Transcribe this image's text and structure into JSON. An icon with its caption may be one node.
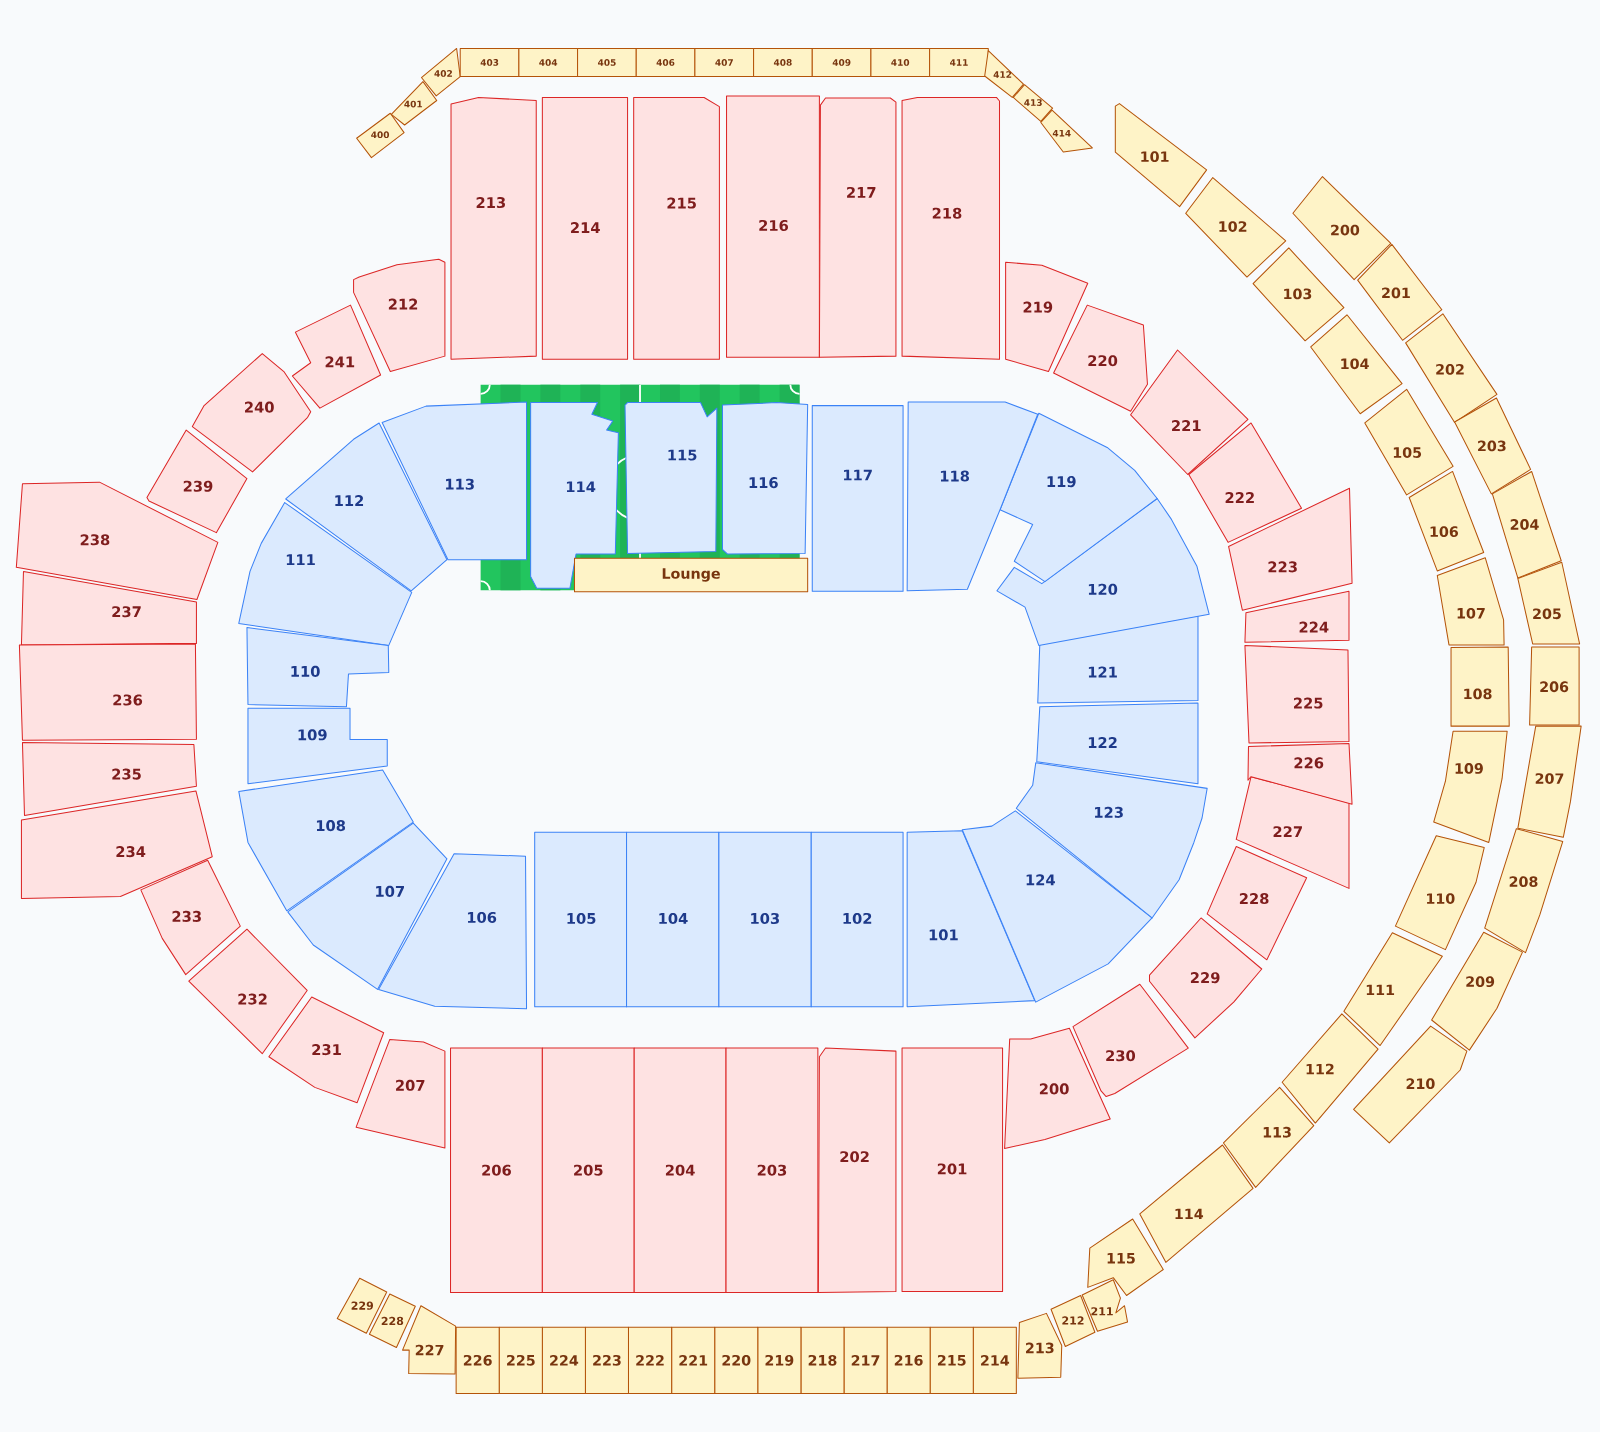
{
  "diagram": {
    "nodes": [
      {
        "text": [
          "400"
        ]
      },
      {
        "text": [
          "401"
        ]
      },
      {
        "text": [
          "402"
        ]
      },
      {
        "text": [
          "403"
        ]
      },
      {
        "text": [
          "404"
        ]
      },
      {
        "text": [
          "405"
        ]
      },
      {
        "text": [
          "406"
        ]
      },
      {
        "text": [
          "407"
        ]
      },
      {
        "text": [
          "408"
        ]
      },
      {
        "text": [
          "409"
        ]
      },
      {
        "text": [
          "410"
        ]
      },
      {
        "text": [
          "411"
        ]
      },
      {
        "text": [
          "412"
        ]
      },
      {
        "text": [
          "413"
        ]
      },
      {
        "text": [
          "414"
        ]
      },
      {
        "text": [
          "213"
        ]
      },
      {
        "text": [
          "214"
        ]
      },
      {
        "text": [
          "215"
        ]
      },
      {
        "text": [
          "216"
        ]
      },
      {
        "text": [
          "217"
        ]
      },
      {
        "text": [
          "218"
        ]
      },
      {
        "text": [
          "212"
        ]
      },
      {
        "text": [
          "241"
        ]
      },
      {
        "text": [
          "240"
        ]
      },
      {
        "text": [
          "239"
        ]
      },
      {
        "text": [
          "238"
        ]
      },
      {
        "text": [
          "237"
        ]
      },
      {
        "text": [
          "236"
        ]
      },
      {
        "text": [
          "235"
        ]
      },
      {
        "text": [
          "234"
        ]
      },
      {
        "text": [
          "233"
        ]
      },
      {
        "text": [
          "232"
        ]
      },
      {
        "text": [
          "231"
        ]
      },
      {
        "text": [
          "207"
        ]
      },
      {
        "text": [
          "206"
        ]
      },
      {
        "text": [
          "205"
        ]
      },
      {
        "text": [
          "204"
        ]
      },
      {
        "text": [
          "203"
        ]
      },
      {
        "text": [
          "202"
        ]
      },
      {
        "text": [
          "201"
        ]
      },
      {
        "text": [
          "200"
        ]
      },
      {
        "text": [
          "230"
        ]
      },
      {
        "text": [
          "229"
        ]
      },
      {
        "text": [
          "228"
        ]
      },
      {
        "text": [
          "227"
        ]
      },
      {
        "text": [
          "226"
        ]
      },
      {
        "text": [
          "225"
        ]
      },
      {
        "text": [
          "224"
        ]
      },
      {
        "text": [
          "223"
        ]
      },
      {
        "text": [
          "222"
        ]
      },
      {
        "text": [
          "221"
        ]
      },
      {
        "text": [
          "220"
        ]
      },
      {
        "text": [
          "219"
        ]
      },
      {
        "text": [
          "113"
        ]
      },
      {
        "text": [
          "112"
        ]
      },
      {
        "text": [
          "111"
        ]
      },
      {
        "text": [
          "110"
        ]
      },
      {
        "text": [
          "109"
        ]
      },
      {
        "text": [
          "108"
        ]
      },
      {
        "text": [
          "107"
        ]
      },
      {
        "text": [
          "106"
        ]
      },
      {
        "text": [
          "105"
        ]
      },
      {
        "text": [
          "104"
        ]
      },
      {
        "text": [
          "103"
        ]
      },
      {
        "text": [
          "102"
        ]
      },
      {
        "text": [
          "101"
        ]
      },
      {
        "text": [
          "124"
        ]
      },
      {
        "text": [
          "123"
        ]
      },
      {
        "text": [
          "122"
        ]
      },
      {
        "text": [
          "121"
        ]
      },
      {
        "text": [
          "120"
        ]
      },
      {
        "text": [
          "119"
        ]
      },
      {
        "text": [
          "118"
        ]
      },
      {
        "text": [
          "117"
        ]
      },
      {
        "text": [
          "116"
        ]
      },
      {
        "text": [
          "115"
        ]
      },
      {
        "text": [
          "114"
        ]
      },
      {
        "text": [
          "Lounge"
        ]
      },
      {
        "text": [
          "101"
        ]
      },
      {
        "text": [
          "102"
        ]
      },
      {
        "text": [
          "103"
        ]
      },
      {
        "text": [
          "104"
        ]
      },
      {
        "text": [
          "105"
        ]
      },
      {
        "text": [
          "106"
        ]
      },
      {
        "text": [
          "107"
        ]
      },
      {
        "text": [
          "108"
        ]
      },
      {
        "text": [
          "109"
        ]
      },
      {
        "text": [
          "110"
        ]
      },
      {
        "text": [
          "111"
        ]
      },
      {
        "text": [
          "112"
        ]
      },
      {
        "text": [
          "113"
        ]
      },
      {
        "text": [
          "114"
        ]
      },
      {
        "text": [
          "115"
        ]
      },
      {
        "text": [
          "200"
        ]
      },
      {
        "text": [
          "201"
        ]
      },
      {
        "text": [
          "202"
        ]
      },
      {
        "text": [
          "203"
        ]
      },
      {
        "text": [
          "204"
        ]
      },
      {
        "text": [
          "205"
        ]
      },
      {
        "text": [
          "206"
        ]
      },
      {
        "text": [
          "207"
        ]
      },
      {
        "text": [
          "208"
        ]
      },
      {
        "text": [
          "209"
        ]
      },
      {
        "text": [
          "210"
        ]
      },
      {
        "text": [
          "211"
        ]
      },
      {
        "text": [
          "212"
        ]
      },
      {
        "text": [
          "213"
        ]
      },
      {
        "text": [
          "214"
        ]
      },
      {
        "text": [
          "215"
        ]
      },
      {
        "text": [
          "216"
        ]
      },
      {
        "text": [
          "217"
        ]
      },
      {
        "text": [
          "218"
        ]
      },
      {
        "text": [
          "219"
        ]
      },
      {
        "text": [
          "220"
        ]
      },
      {
        "text": [
          "221"
        ]
      },
      {
        "text": [
          "222"
        ]
      },
      {
        "text": [
          "223"
        ]
      },
      {
        "text": [
          "224"
        ]
      },
      {
        "text": [
          "225"
        ]
      },
      {
        "text": [
          "226"
        ]
      },
      {
        "text": [
          "227"
        ]
      },
      {
        "text": [
          "228"
        ]
      },
      {
        "text": [
          "229"
        ]
      }
    ]
  }
}
